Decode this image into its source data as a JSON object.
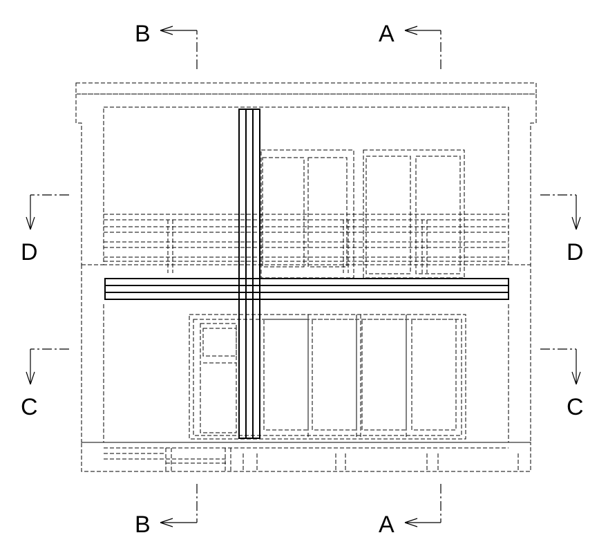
{
  "sections": {
    "a": "A",
    "b": "B",
    "c": "C",
    "d": "D"
  }
}
